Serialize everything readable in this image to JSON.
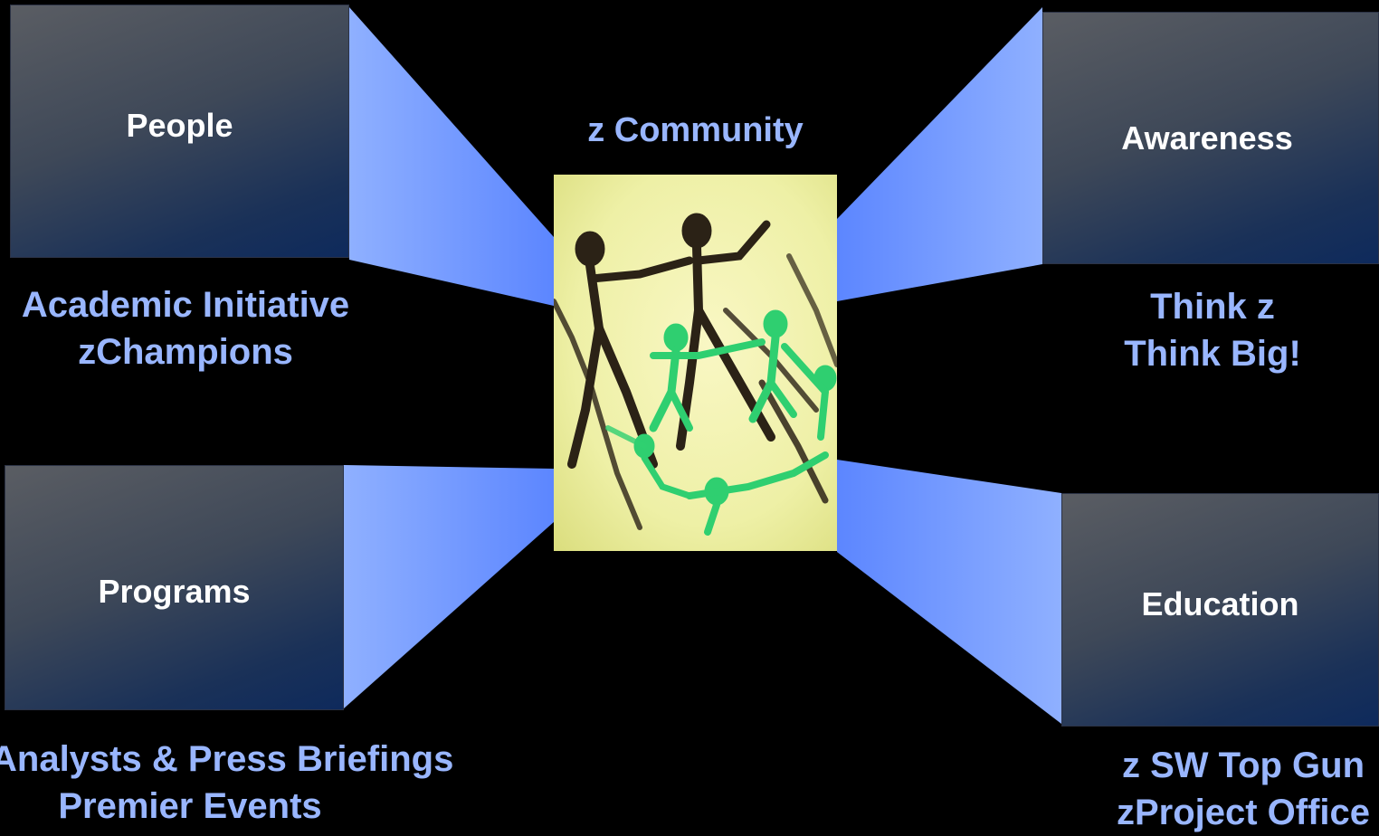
{
  "colors": {
    "background": "#000000",
    "connector": "#6f98ff",
    "caption_text": "#99b6ff",
    "box_text": "#ffffff"
  },
  "center": {
    "title": "z Community",
    "image_icon": "people-chain-photo"
  },
  "nodes": [
    {
      "label": "People",
      "caption": [
        "Academic Initiative",
        "zChampions"
      ]
    },
    {
      "label": "Awareness",
      "caption": [
        "Think z",
        "Think Big!"
      ]
    },
    {
      "label": "Programs",
      "caption": [
        "Analysts & Press Briefings",
        "Premier Events"
      ]
    },
    {
      "label": "Education",
      "caption": [
        "z SW Top Gun",
        "zProject Office"
      ]
    }
  ]
}
